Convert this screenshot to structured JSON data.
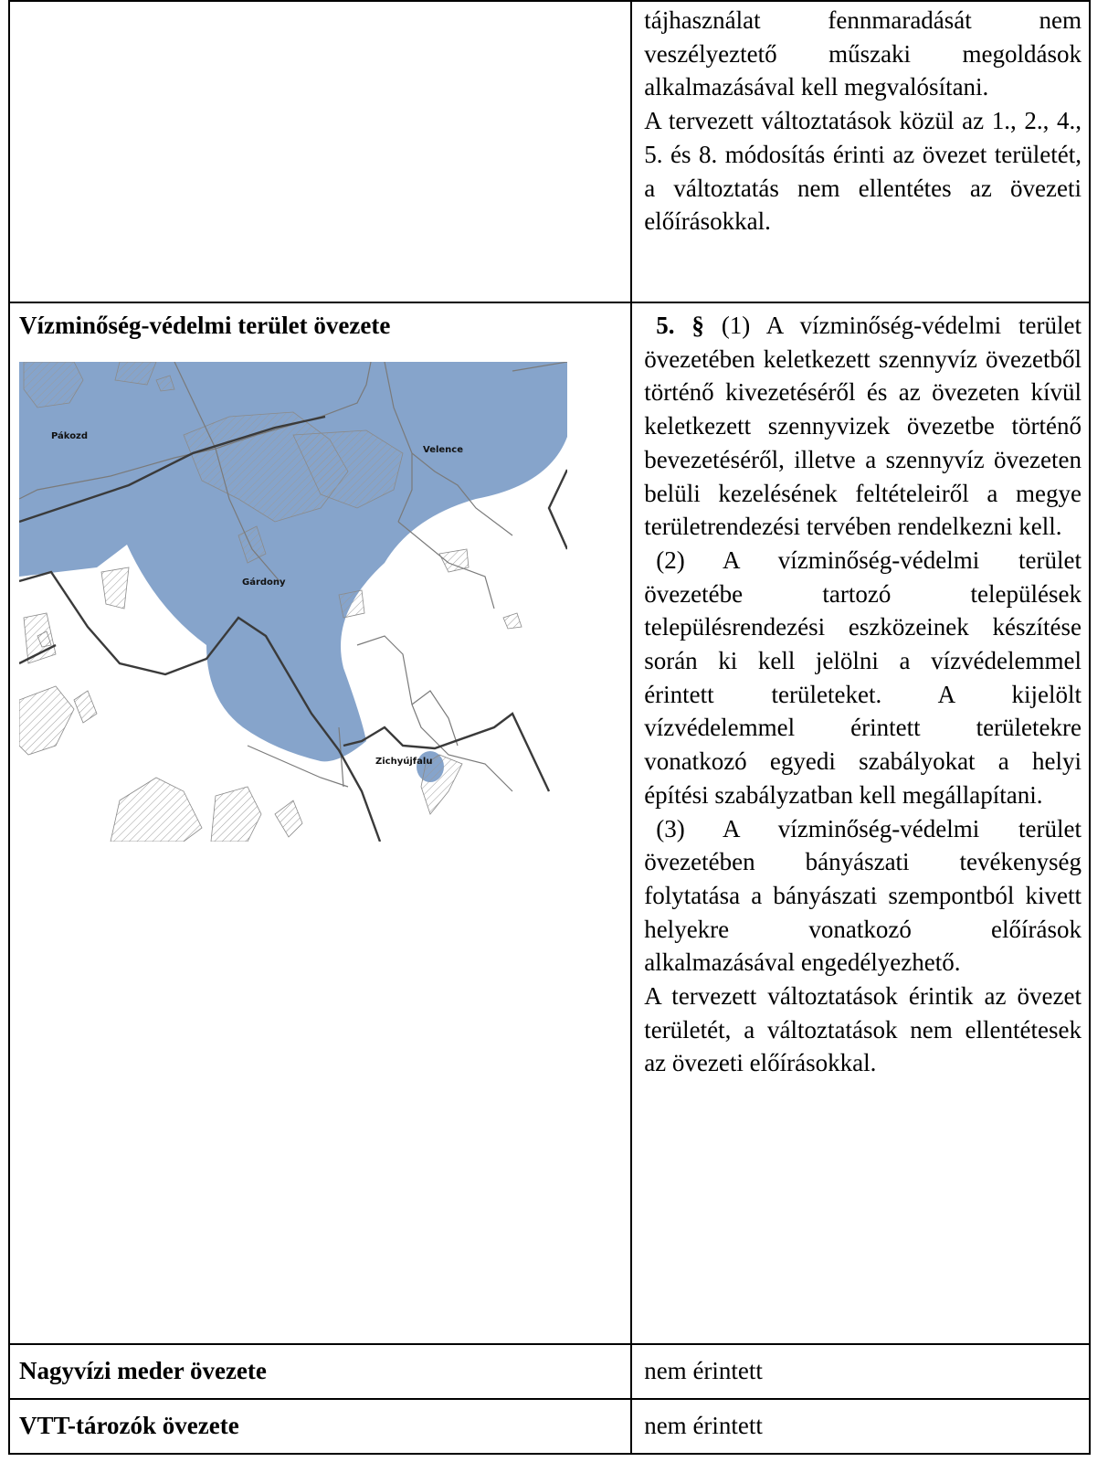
{
  "row1": {
    "right_paragraphs": [
      "tájhasználat fennmaradását nem veszélyeztető műszaki megoldások alkalmazásával kell megvalósítani.",
      "A tervezett változtatások közül az 1., 2., 4., 5. és 8. módosítás érinti az övezet területét, a változtatás nem ellentétes az övezeti előírásokkal."
    ]
  },
  "row2": {
    "heading": "Vízminőség-védelmi terület övezete",
    "map": {
      "places": [
        "Pákozd",
        "Velence",
        "Gárdony",
        "Zichyújfalu"
      ],
      "zone_color": "#86a4cb"
    },
    "para1_num": "5. §",
    "para1": " (1) A vízminőség-védelmi terület övezetében keletkezett szennyvíz övezetből történő kivezetéséről és az övezeten kívül keletkezett szennyvizek övezetbe történő bevezetéséről, illetve a szennyvíz övezeten belüli kezelésének feltételeiről a megye területrendezési tervében rendelkezni kell.",
    "para2": "(2) A vízminőség-védelmi terület övezetébe tartozó települések településrendezési eszközeinek készítése során ki kell jelölni a vízvédelemmel érintett területeket. A kijelölt vízvédelemmel érintett területekre vonatkozó egyedi szabályokat a helyi építési szabályzatban kell megállapítani.",
    "para3": "(3) A vízminőség-védelmi terület övezetében bányászati tevékenység folytatása a bányászati szempontból kivett helyekre vonatkozó előírások alkalmazásával engedélyezhető.",
    "para4": "A tervezett változtatások érintik az övezet területét, a változtatások nem ellentétesek az övezeti előírásokkal."
  },
  "row3": {
    "heading": "Nagyvízi meder övezete",
    "value": "nem érintett"
  },
  "row4": {
    "heading": "VTT-tározók övezete",
    "value": "nem érintett"
  }
}
